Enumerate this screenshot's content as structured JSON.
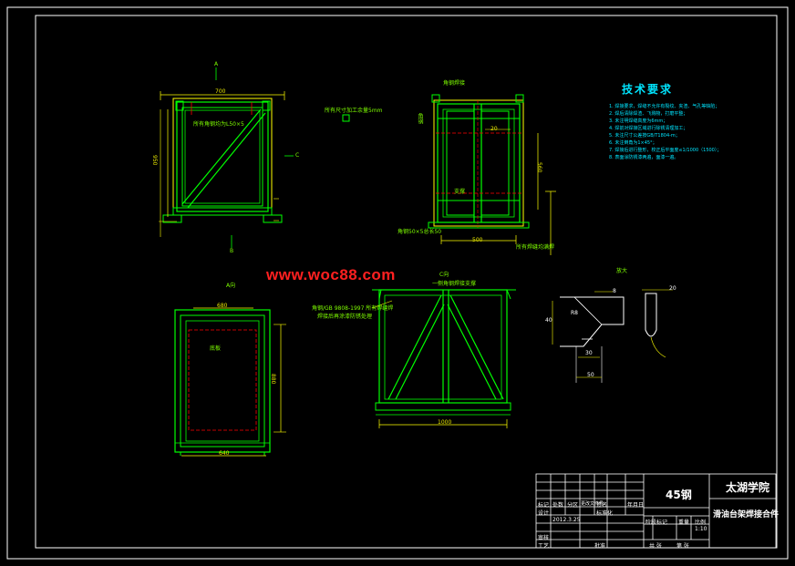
{
  "watermark": "www.woc88.com",
  "tech_requirements": {
    "title": "技术要求",
    "lines": [
      "1. 焊接要求，焊缝不允许有裂纹、夹渣、气孔等缺陷；",
      "2. 焊后清除焊渣、飞溅物，打磨平整；",
      "3. 未注明焊缝高度为6mm；",
      "4. 焊前对焊接区域进行除锈清理加工；",
      "5. 未注尺寸公差按GB/T1804-m；",
      "6. 未注倒角为1×45°；",
      "7. 焊接后进行整形，校正后平面度≤1/1000（1500）；",
      "8. 表面涂防锈漆两遍，面漆一遍。"
    ]
  },
  "views": {
    "front": {
      "dim_top": "700",
      "dim_left": "950",
      "note": "所有角钢均为L50×5",
      "section_mark_top": "A",
      "section_mark_bottom": "B",
      "section_mark_right": "C"
    },
    "side": {
      "dim_bottom": "500",
      "dim_right": "560",
      "dim_inner": "20",
      "label_top": "角钢焊接",
      "label_mid": "支撑",
      "label_left": "角钢",
      "label_bottom_left": "角钢50×5总长50",
      "label_bottom_right": "所有焊缝均满焊"
    },
    "top_view": {
      "label": "A向",
      "dim_top": "680",
      "dim_right": "880",
      "dim_bottom": "640",
      "inner_label": "底板"
    },
    "c_view": {
      "label": "C向",
      "sub_label": "一侧角钢焊接支撑",
      "note_line1": "角钢/GB 9808-1997 所有焊缝焊",
      "note_line2": "焊接后再涂漆防锈处理",
      "dim_bottom": "1000"
    },
    "detail": {
      "label": "放大",
      "dim_a": "8",
      "dim_b": "50",
      "dim_c": "20",
      "dim_d": "30",
      "dim_e": "40",
      "dim_f": "R8"
    },
    "small_box_note": "所有尺寸加工余量5mm"
  },
  "title_block": {
    "material": "45钢",
    "school": "太湖学院",
    "drawing_name": "滑油台架焊接合件",
    "scale": "1:10",
    "row_labels": [
      "标记",
      "处数",
      "分区",
      "更改文件号",
      "签名",
      "年月日"
    ],
    "design_row": [
      "设计",
      "",
      "标准化"
    ],
    "check_row": "审核",
    "process_row": "工艺",
    "approve": "批准",
    "stage_labels": [
      "阶段标记",
      "重量",
      "比例"
    ],
    "sheet_labels": [
      "共 张",
      "第 张"
    ],
    "date": "2012.3.25"
  },
  "colors": {
    "frame": "#ffffff",
    "outline": "#ffff00",
    "steel": "#00ff00",
    "center": "#ff0000",
    "text_cyan": "#00e5ff"
  }
}
